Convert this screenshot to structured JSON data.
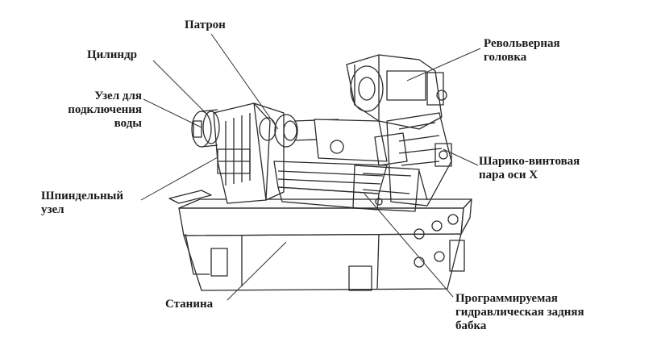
{
  "labels": {
    "chuck": "Патрон",
    "cylinder": "Цилиндр",
    "water_unit": [
      "Узел для",
      "подключения",
      "воды"
    ],
    "spindle_unit": [
      "Шпиндельный",
      "узел"
    ],
    "bed": "Станина",
    "turret": [
      "Револьверная",
      "головка"
    ],
    "ball_screw": [
      "Шарико-винтовая",
      "пара оси X"
    ],
    "tailstock": [
      "Программируемая",
      "гидравлическая задняя",
      "бабка"
    ]
  },
  "colors": {
    "text": "#1a1a1a",
    "line": "#2b2b2b",
    "leader": "#333333"
  }
}
